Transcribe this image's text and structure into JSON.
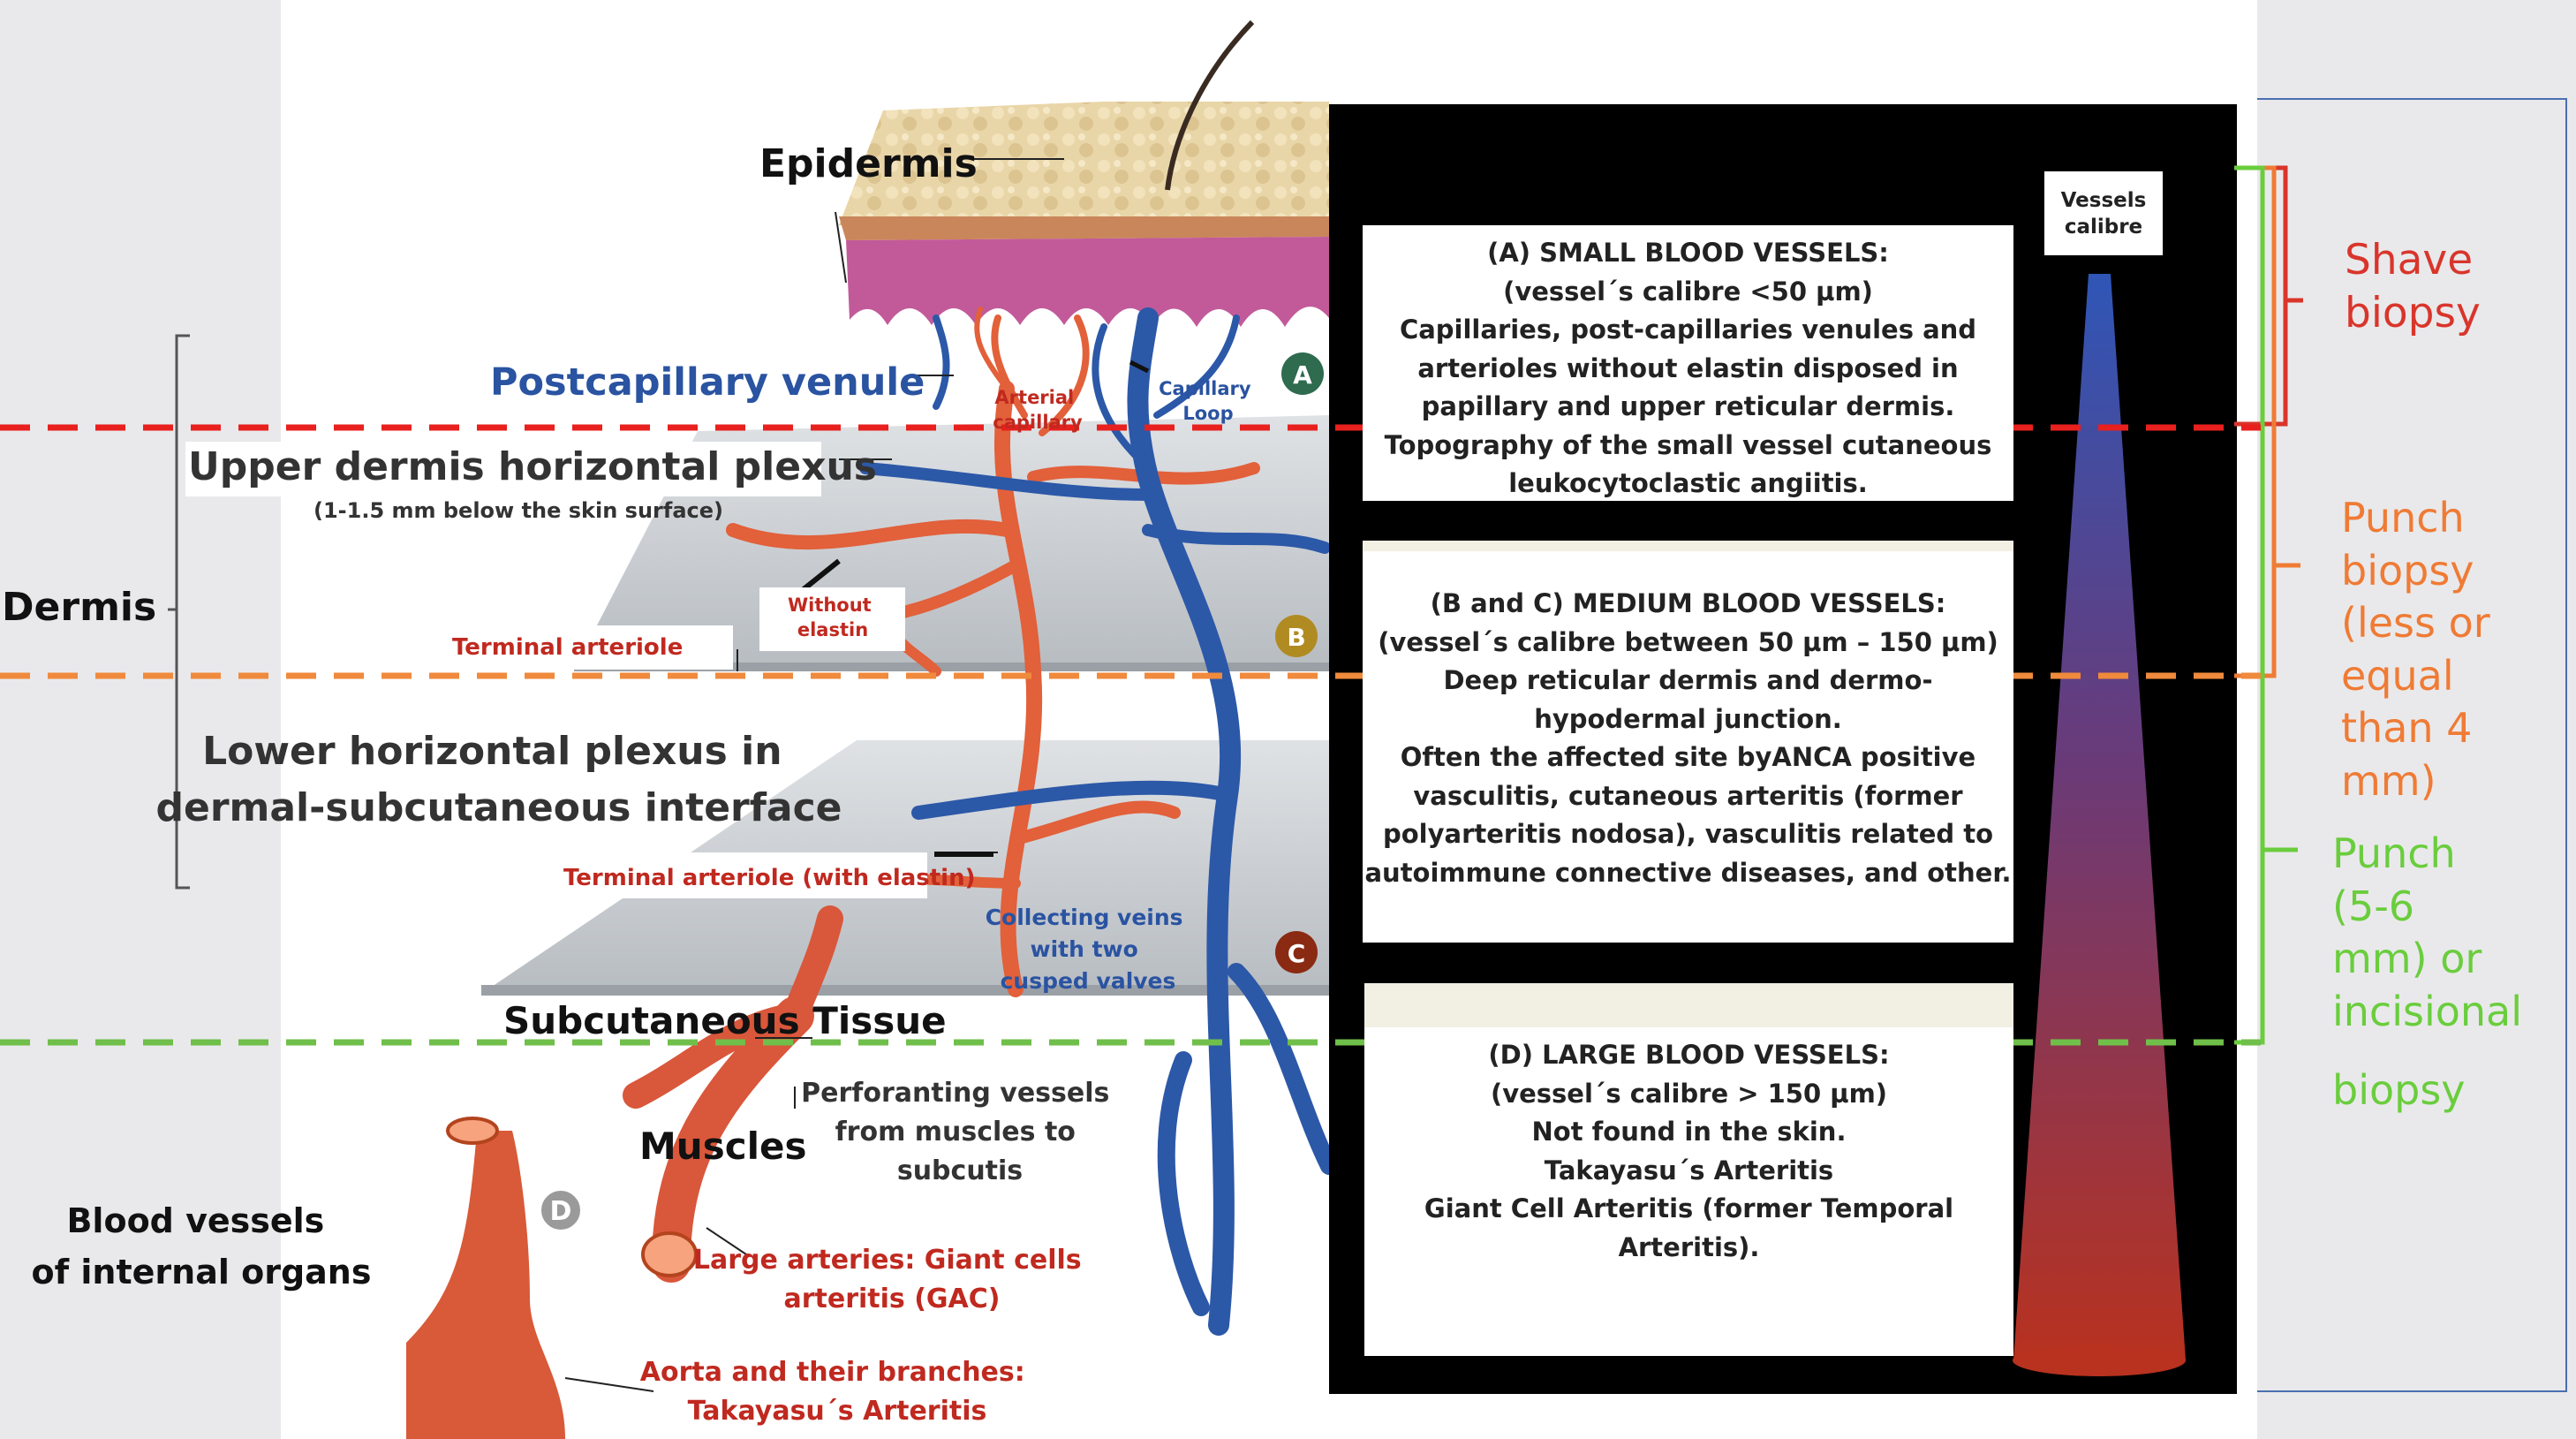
{
  "colors": {
    "artery": "#e2603a",
    "vein": "#2c58a8",
    "shave": "#d9352b",
    "punch_small": "#ef7b35",
    "punch_large": "#6acd3d",
    "dashed_red": "#e8201e",
    "dashed_orange": "#f08a3c",
    "dashed_green": "#6fbf4a",
    "panel_black": "#000000",
    "text_dark_red": "#b51d1d",
    "text_blue": "#2a53a1"
  },
  "labels": {
    "epidermis": "Epidermis",
    "postcapillary_venule": "Postcapillary venule",
    "arterial_capillary": [
      "Arterial",
      "capillary"
    ],
    "capillary_loop": [
      "Capillary",
      "Loop"
    ],
    "upper_plexus": "Upper dermis horizontal plexus",
    "upper_plexus_depth": "(1-1.5 mm below the skin surface)",
    "without_elastin": [
      "Without",
      "elastin"
    ],
    "terminal_arteriole": "Terminal arteriole",
    "dermis": "Dermis",
    "lower_plexus": [
      "Lower horizontal plexus in",
      "dermal-subcutaneous interface"
    ],
    "terminal_arteriole_elastin": "Terminal arteriole (with elastin)",
    "collecting_veins": [
      "Collecting veins",
      "with two",
      "cusped valves"
    ],
    "subcutaneous": "Subcutaneous Tissue",
    "muscles": "Muscles",
    "perforating": [
      "Perforanting vessels",
      "from muscles to",
      "subcutis"
    ],
    "blood_vessels_organs": [
      "Blood vessels",
      "of internal organs"
    ],
    "large_arteries": [
      "Large arteries: Giant cells",
      "arteritis (GAC)"
    ],
    "aorta": [
      "Aorta and their branches:",
      "Takayasu´s Arteritis"
    ],
    "badge_a": "A",
    "badge_b": "B",
    "badge_c": "C",
    "badge_d": "D"
  },
  "panel": {
    "vessels_calibre": [
      "Vessels",
      "calibre"
    ],
    "box_a": [
      "(A) SMALL BLOOD VESSELS:",
      "(vessel´s calibre <50 µm)",
      "Capillaries, post-capillaries venules and",
      "arterioles without elastin disposed in",
      "papillary and upper reticular dermis.",
      "Topography of the small vessel cutaneous",
      "leukocytoclastic angiitis."
    ],
    "box_bc": [
      "(B and C) MEDIUM BLOOD VESSELS:",
      "(vessel´s calibre between 50 µm – 150 µm)",
      "Deep reticular dermis and dermo-",
      "hypodermal junction.",
      "Often the affected site byANCA positive",
      "vasculitis, cutaneous arteritis (former",
      "polyarteritis nodosa), vasculitis related to",
      "autoimmune connective diseases, and other."
    ],
    "box_d": [
      "(D) LARGE BLOOD VESSELS:",
      "(vessel´s calibre > 150 µm)",
      "Not found in the skin.",
      "Takayasu´s Arteritis",
      "Giant Cell Arteritis (former Temporal",
      "Arteritis)."
    ]
  },
  "biopsy": {
    "shave": [
      "Shave",
      "biopsy"
    ],
    "punch_small": [
      "Punch",
      "biopsy",
      "(less or",
      "equal",
      "than 4",
      "mm)"
    ],
    "punch_large": [
      "Punch",
      "(5-6",
      "mm) or",
      "incisional",
      "",
      "biopsy"
    ]
  }
}
